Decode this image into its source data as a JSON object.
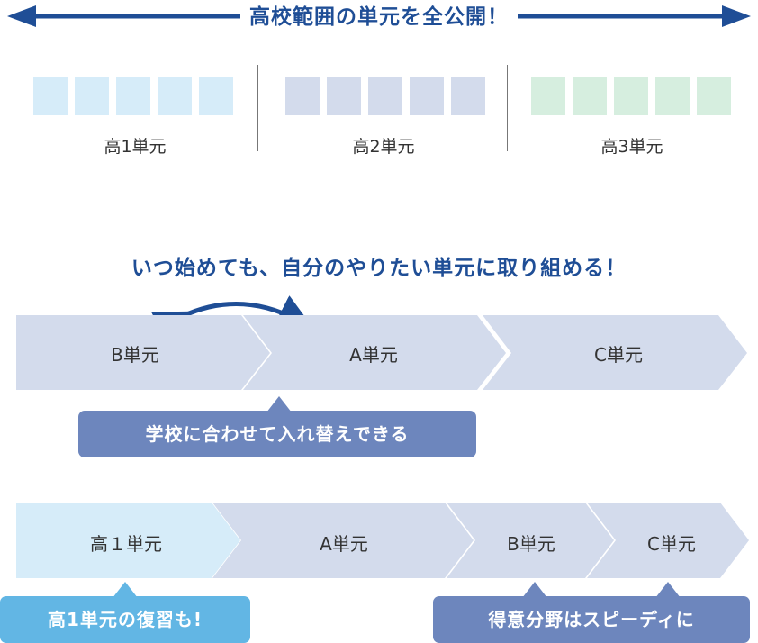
{
  "header": {
    "title": "高校範囲の単元を全公開！"
  },
  "grades": [
    {
      "label": "高1単元",
      "color": "#d6ecf9"
    },
    {
      "label": "高2単元",
      "color": "#d3dbec"
    },
    {
      "label": "高3単元",
      "color": "#d6eedf"
    }
  ],
  "middle": {
    "title": "いつ始めても、自分のやりたい単元に取り組める！"
  },
  "row1": {
    "units": [
      "B単元",
      "A単元",
      "C単元"
    ],
    "callout": "学校に合わせて入れ替えできる"
  },
  "row2": {
    "units": [
      "高１単元",
      "A単元",
      "B単元",
      "C単元"
    ],
    "callout_left": "高1単元の復習も!",
    "callout_right": "得意分野はスピーディに"
  },
  "colors": {
    "navy": "#1f4e96",
    "chevron_blue": "#d3dbec",
    "chevron_light": "#d6ecf9",
    "bubble_navy": "#6d86bd",
    "bubble_sky": "#62b6e4"
  }
}
